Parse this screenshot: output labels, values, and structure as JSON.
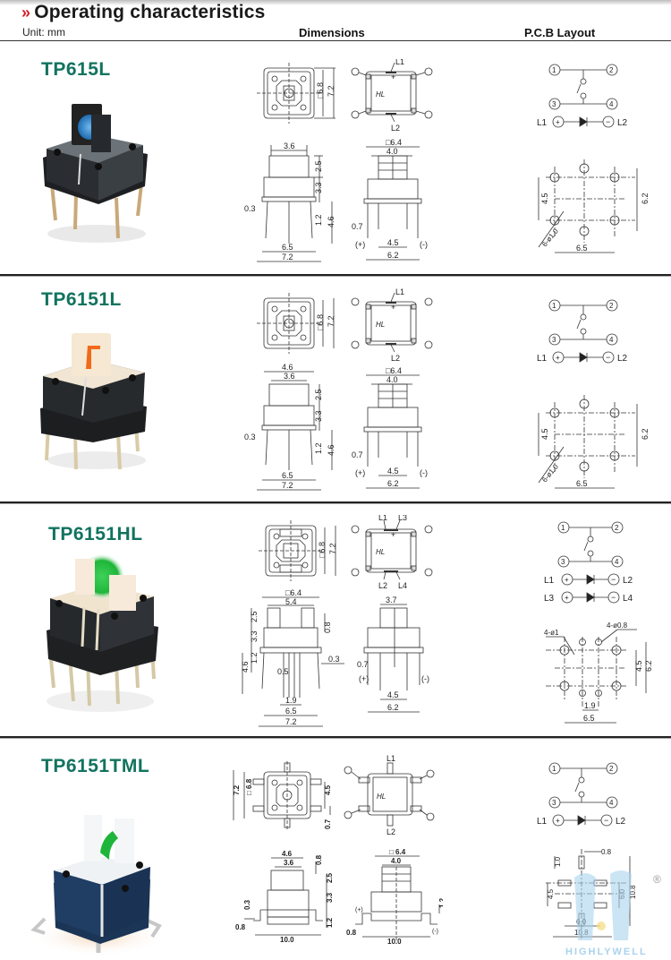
{
  "header": {
    "title": "Operating characteristics",
    "title_icon": "double-chevron-right-icon",
    "unit_label": "Unit: mm",
    "col_dimensions": "Dimensions",
    "col_pcb": "P.C.B Layout",
    "accent_color": "#d4202a",
    "model_color": "#11735f"
  },
  "sections": [
    {
      "model": "TP615L",
      "led_color": "#3a8fd8",
      "dimensions": {
        "top_view": {
          "square": "□6.8",
          "outer": "7.2"
        },
        "bottom_view": {
          "labels": [
            "L1",
            "L2"
          ],
          "pins": [
            "1",
            "2",
            "3",
            "4"
          ]
        },
        "side_view": {
          "top_width": "3.6",
          "upper_h": "2.5",
          "body_h": "3.3",
          "pin_h": "1.2",
          "total_pin": "4.6",
          "pin_thk": "0.3",
          "pin_span": "6.5",
          "overall": "7.2"
        },
        "front_view": {
          "square": "□6.4",
          "cap": "4.0",
          "pin_w": "0.7",
          "led_span": "4.5",
          "outer": "6.2",
          "plus": "(+)",
          "minus": "(-)"
        }
      },
      "pcb": {
        "circuit": {
          "pins": [
            "1",
            "2",
            "3",
            "4"
          ],
          "led": [
            "L1",
            "L2"
          ]
        },
        "layout": {
          "holes": "6-ø1.0",
          "h": "4.5",
          "v": "6.2",
          "w": "6.5"
        }
      }
    },
    {
      "model": "TP6151L",
      "led_color": "#f06a1a",
      "dimensions": {
        "top_view": {
          "square": "□6.8",
          "outer": "7.2"
        },
        "bottom_view": {
          "labels": [
            "L1",
            "L2"
          ],
          "pins": [
            "1",
            "2",
            "3",
            "4"
          ]
        },
        "side_view": {
          "cap_w": "4.6",
          "top_width": "3.6",
          "upper_h": "2.5",
          "body_h": "3.3",
          "pin_h": "1.2",
          "total_pin": "4.6",
          "pin_thk": "0.3",
          "pin_span": "6.5",
          "overall": "7.2"
        },
        "front_view": {
          "square": "□6.4",
          "cap": "4.0",
          "pin_w": "0.7",
          "led_span": "4.5",
          "outer": "6.2",
          "plus": "(+)",
          "minus": "(-)"
        }
      },
      "pcb": {
        "circuit": {
          "pins": [
            "1",
            "2",
            "3",
            "4"
          ],
          "led": [
            "L1",
            "L2"
          ]
        },
        "layout": {
          "holes": "6-ø1.0",
          "h": "4.5",
          "v": "6.2",
          "w": "6.5"
        }
      }
    },
    {
      "model": "TP6151HL",
      "led_color": "#1fb53a",
      "dimensions": {
        "top_view": {
          "square": "□6.8",
          "outer": "7.2"
        },
        "bottom_view": {
          "labels": [
            "L1",
            "L3",
            "L2",
            "L4"
          ],
          "pins": [
            "1",
            "2",
            "3",
            "4"
          ]
        },
        "side_view": {
          "square": "□6.4",
          "cap_w": "5.4",
          "upper_h": "2.5",
          "body_h": "3.3",
          "pin_h": "1.2",
          "total_pin": "4.6",
          "tab": "0.8",
          "pin_thk": "0.3",
          "pin_w": "0.5",
          "led_span": "1.9",
          "pin_span": "6.5",
          "overall": "7.2"
        },
        "front_view": {
          "cap": "3.7",
          "pin_w": "0.7",
          "led_span": "4.5",
          "outer": "6.2",
          "plus": "(+)",
          "minus": "(-)"
        }
      },
      "pcb": {
        "circuit": {
          "pins": [
            "1",
            "2",
            "3",
            "4"
          ],
          "led": [
            "L1",
            "L2"
          ],
          "led2": [
            "L3",
            "L4"
          ]
        },
        "layout": {
          "holes": "4-ø1",
          "holes_small": "4-ø0.8",
          "h": "4.5",
          "v": "6.2",
          "w": "6.5",
          "led_w": "1.9"
        }
      }
    },
    {
      "model": "TP6151TML",
      "led_color": "#1fb53a",
      "dimensions": {
        "top_view": {
          "outer": "7.2",
          "square": "□ 6.8",
          "pad": "4.5",
          "pad_w": "0.7"
        },
        "bottom_view": {
          "labels": [
            "L1",
            "L2"
          ],
          "pins": [
            "1",
            "2",
            "3",
            "4"
          ]
        },
        "side_view": {
          "cap_w": "4.6",
          "top_width": "3.6",
          "tab": "0.8",
          "upper_h": "2.5",
          "body_h": "3.3",
          "lead_thk": "0.3",
          "lead_w": "0.8",
          "lead_h": "1.2",
          "overall": "10.0"
        },
        "front_view": {
          "square": "□ 6.4",
          "cap": "4.0",
          "lead_h": "1.2",
          "lead_w": "0.8",
          "overall": "10.0",
          "plus": "(+)",
          "minus": "(-)"
        }
      },
      "pcb": {
        "circuit": {
          "pins": [
            "1",
            "2",
            "3",
            "4"
          ],
          "led": [
            "L1",
            "L2"
          ]
        },
        "layout": {
          "pad_w": "0.8",
          "pad_h": "1.0",
          "h": "4.5",
          "inner_v": "6.0",
          "outer_v": "10.8",
          "inner_w": "6.0",
          "outer_w": "10.8"
        }
      }
    }
  ],
  "watermark": {
    "text": "HIGHLYWELL",
    "mark": "®"
  }
}
